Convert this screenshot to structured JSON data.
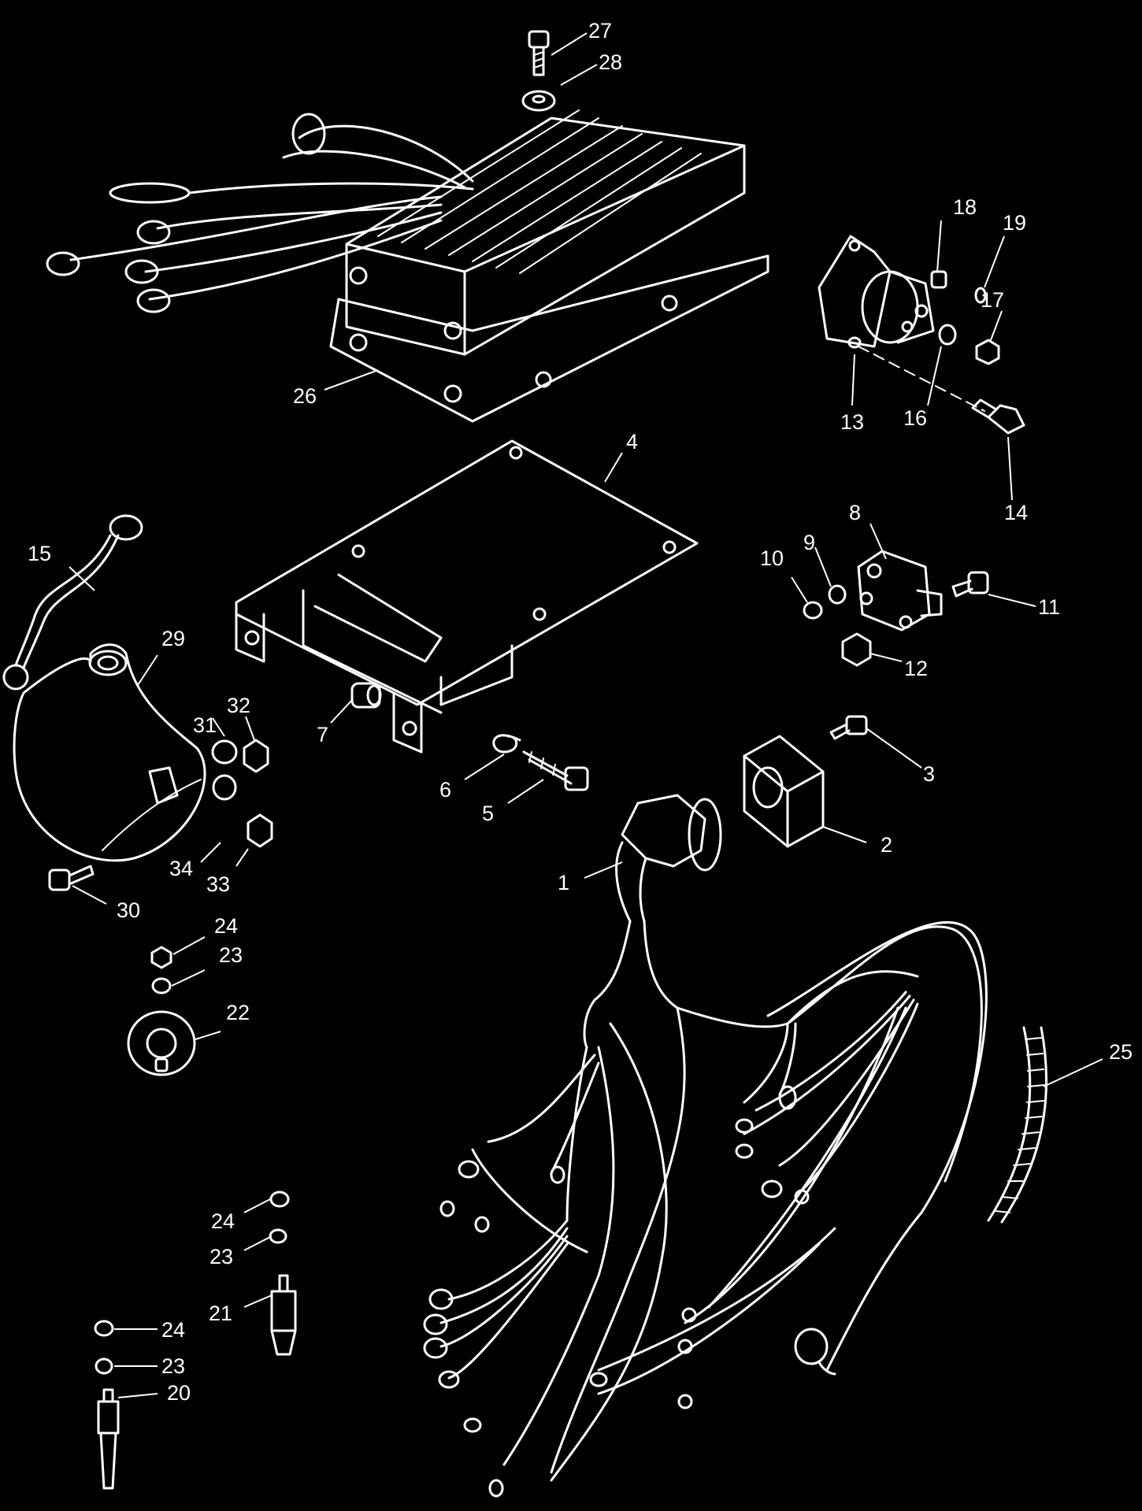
{
  "colors": {
    "background": "#000000",
    "line": "#ffffff"
  },
  "callouts": [
    {
      "label": "1"
    },
    {
      "label": "2"
    },
    {
      "label": "3"
    },
    {
      "label": "4"
    },
    {
      "label": "5"
    },
    {
      "label": "6"
    },
    {
      "label": "7"
    },
    {
      "label": "8"
    },
    {
      "label": "9"
    },
    {
      "label": "10"
    },
    {
      "label": "11"
    },
    {
      "label": "12"
    },
    {
      "label": "13"
    },
    {
      "label": "14"
    },
    {
      "label": "15"
    },
    {
      "label": "16"
    },
    {
      "label": "17"
    },
    {
      "label": "18"
    },
    {
      "label": "19"
    },
    {
      "label": "20"
    },
    {
      "label": "21"
    },
    {
      "label": "22"
    },
    {
      "label": "23"
    },
    {
      "label": "23"
    },
    {
      "label": "23"
    },
    {
      "label": "24"
    },
    {
      "label": "24"
    },
    {
      "label": "24"
    },
    {
      "label": "25"
    },
    {
      "label": "26"
    },
    {
      "label": "27"
    },
    {
      "label": "28"
    },
    {
      "label": "29"
    },
    {
      "label": "30"
    },
    {
      "label": "31"
    },
    {
      "label": "32"
    },
    {
      "label": "33"
    },
    {
      "label": "34"
    }
  ]
}
